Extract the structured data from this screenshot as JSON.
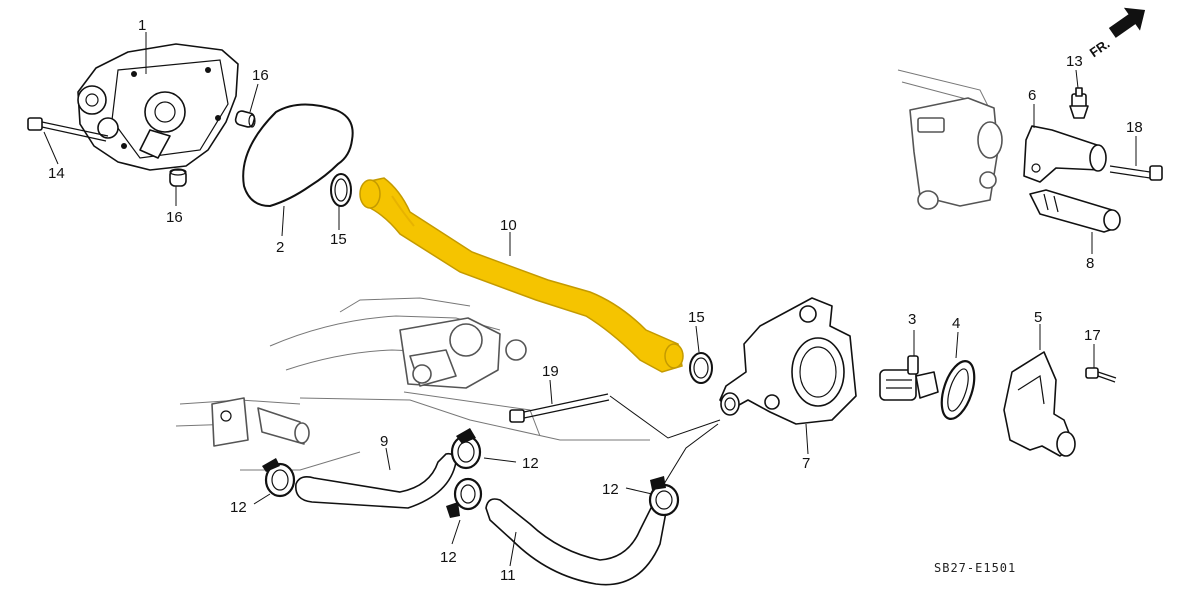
{
  "diagram": {
    "part_numbers": {
      "p1": "1",
      "p2": "2",
      "p3": "3",
      "p4": "4",
      "p5": "5",
      "p6": "6",
      "p7": "7",
      "p8": "8",
      "p9": "9",
      "p10": "10",
      "p11": "11",
      "p12a": "12",
      "p12b": "12",
      "p12c": "12",
      "p12d": "12",
      "p13": "13",
      "p14": "14",
      "p15a": "15",
      "p15b": "15",
      "p16a": "16",
      "p16b": "16",
      "p17": "17",
      "p18": "18",
      "p19": "19"
    },
    "direction_label": "FR.",
    "diagram_code": "SB27-E1501",
    "highlight_color": "#F5C400"
  }
}
